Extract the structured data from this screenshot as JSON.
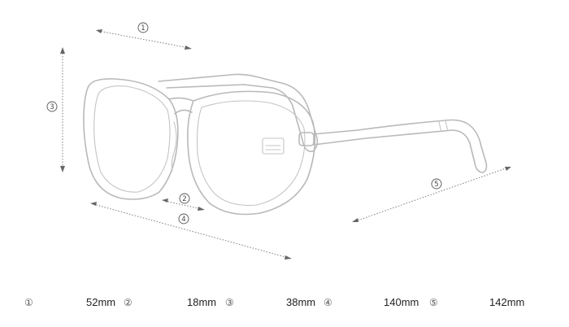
{
  "dimensions": [
    {
      "marker": "①",
      "value": "52mm"
    },
    {
      "marker": "②",
      "value": "18mm"
    },
    {
      "marker": "③",
      "value": "38mm"
    },
    {
      "marker": "④",
      "value": "140mm"
    },
    {
      "marker": "⑤",
      "value": "142mm"
    }
  ],
  "lens_marking": "",
  "colors": {
    "sketch": "#b9b9b9",
    "dimension": "#7d7d7d",
    "text": "#222222"
  }
}
